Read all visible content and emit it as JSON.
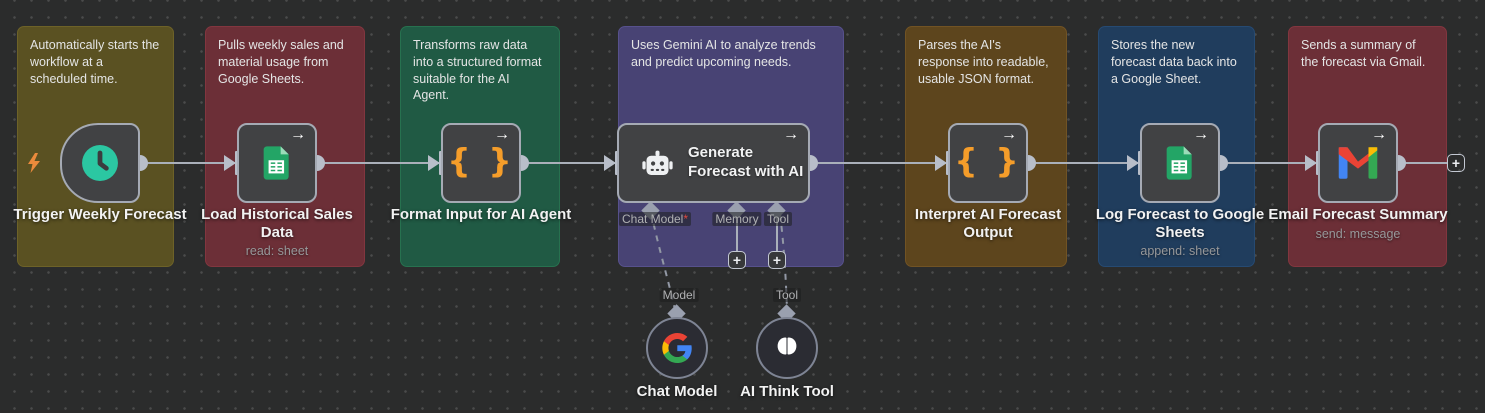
{
  "stickies": [
    {
      "text": "Automatically starts the workflow at a scheduled time.",
      "color": "#5a5122"
    },
    {
      "text": "Pulls weekly sales and material usage from Google Sheets.",
      "color": "#6c2f37"
    },
    {
      "text": "Transforms raw data into a structured format suitable for the AI Agent.",
      "color": "#205a44"
    },
    {
      "text": "Uses Gemini AI to analyze trends and predict upcoming needs.",
      "color": "#484374"
    },
    {
      "text": "Parses the AI's response into readable, usable JSON format.",
      "color": "#5d451d"
    },
    {
      "text": "Stores the new forecast data back into a Google Sheet.",
      "color": "#203d5d"
    },
    {
      "text": "Sends a summary of the forecast via Gmail.",
      "color": "#6c2f37"
    }
  ],
  "nodes": {
    "trigger": {
      "label": "Trigger Weekly Forecast"
    },
    "load": {
      "label": "Load Historical Sales Data",
      "subtitle": "read: sheet"
    },
    "format": {
      "label": "Format Input for AI Agent"
    },
    "agent": {
      "label": "Generate Forecast with AI",
      "ports": {
        "chat_model": "Chat Model",
        "chat_model_required": "*",
        "memory": "Memory",
        "tool": "Tool"
      }
    },
    "interpret": {
      "label": "Interpret AI Forecast Output"
    },
    "log": {
      "label": "Log Forecast to Google Sheets",
      "subtitle": "append: sheet"
    },
    "email": {
      "label": "Email Forecast Summary",
      "subtitle": "send: message"
    },
    "chat_model": {
      "label": "Chat Model",
      "port_label": "Model"
    },
    "think_tool": {
      "label": "AI Think Tool",
      "port_label": "Tool"
    }
  },
  "glyphs": {
    "node_run_arrow": "→",
    "plus": "+",
    "code_braces": "{ }"
  },
  "colors": {
    "canvas_bg": "#2b2c2c",
    "node_bg": "#414244",
    "node_border": "#a5aab4",
    "wire": "#aab0ba",
    "clock_teal": "#2bc7a2",
    "bolt_orange": "#ea8a3c",
    "code_orange": "#f59d2a",
    "sheets_green": "#23a566",
    "google_blue": "#4285F4",
    "google_red": "#EA4335",
    "google_yellow": "#FBBC05",
    "google_green": "#34A853"
  }
}
